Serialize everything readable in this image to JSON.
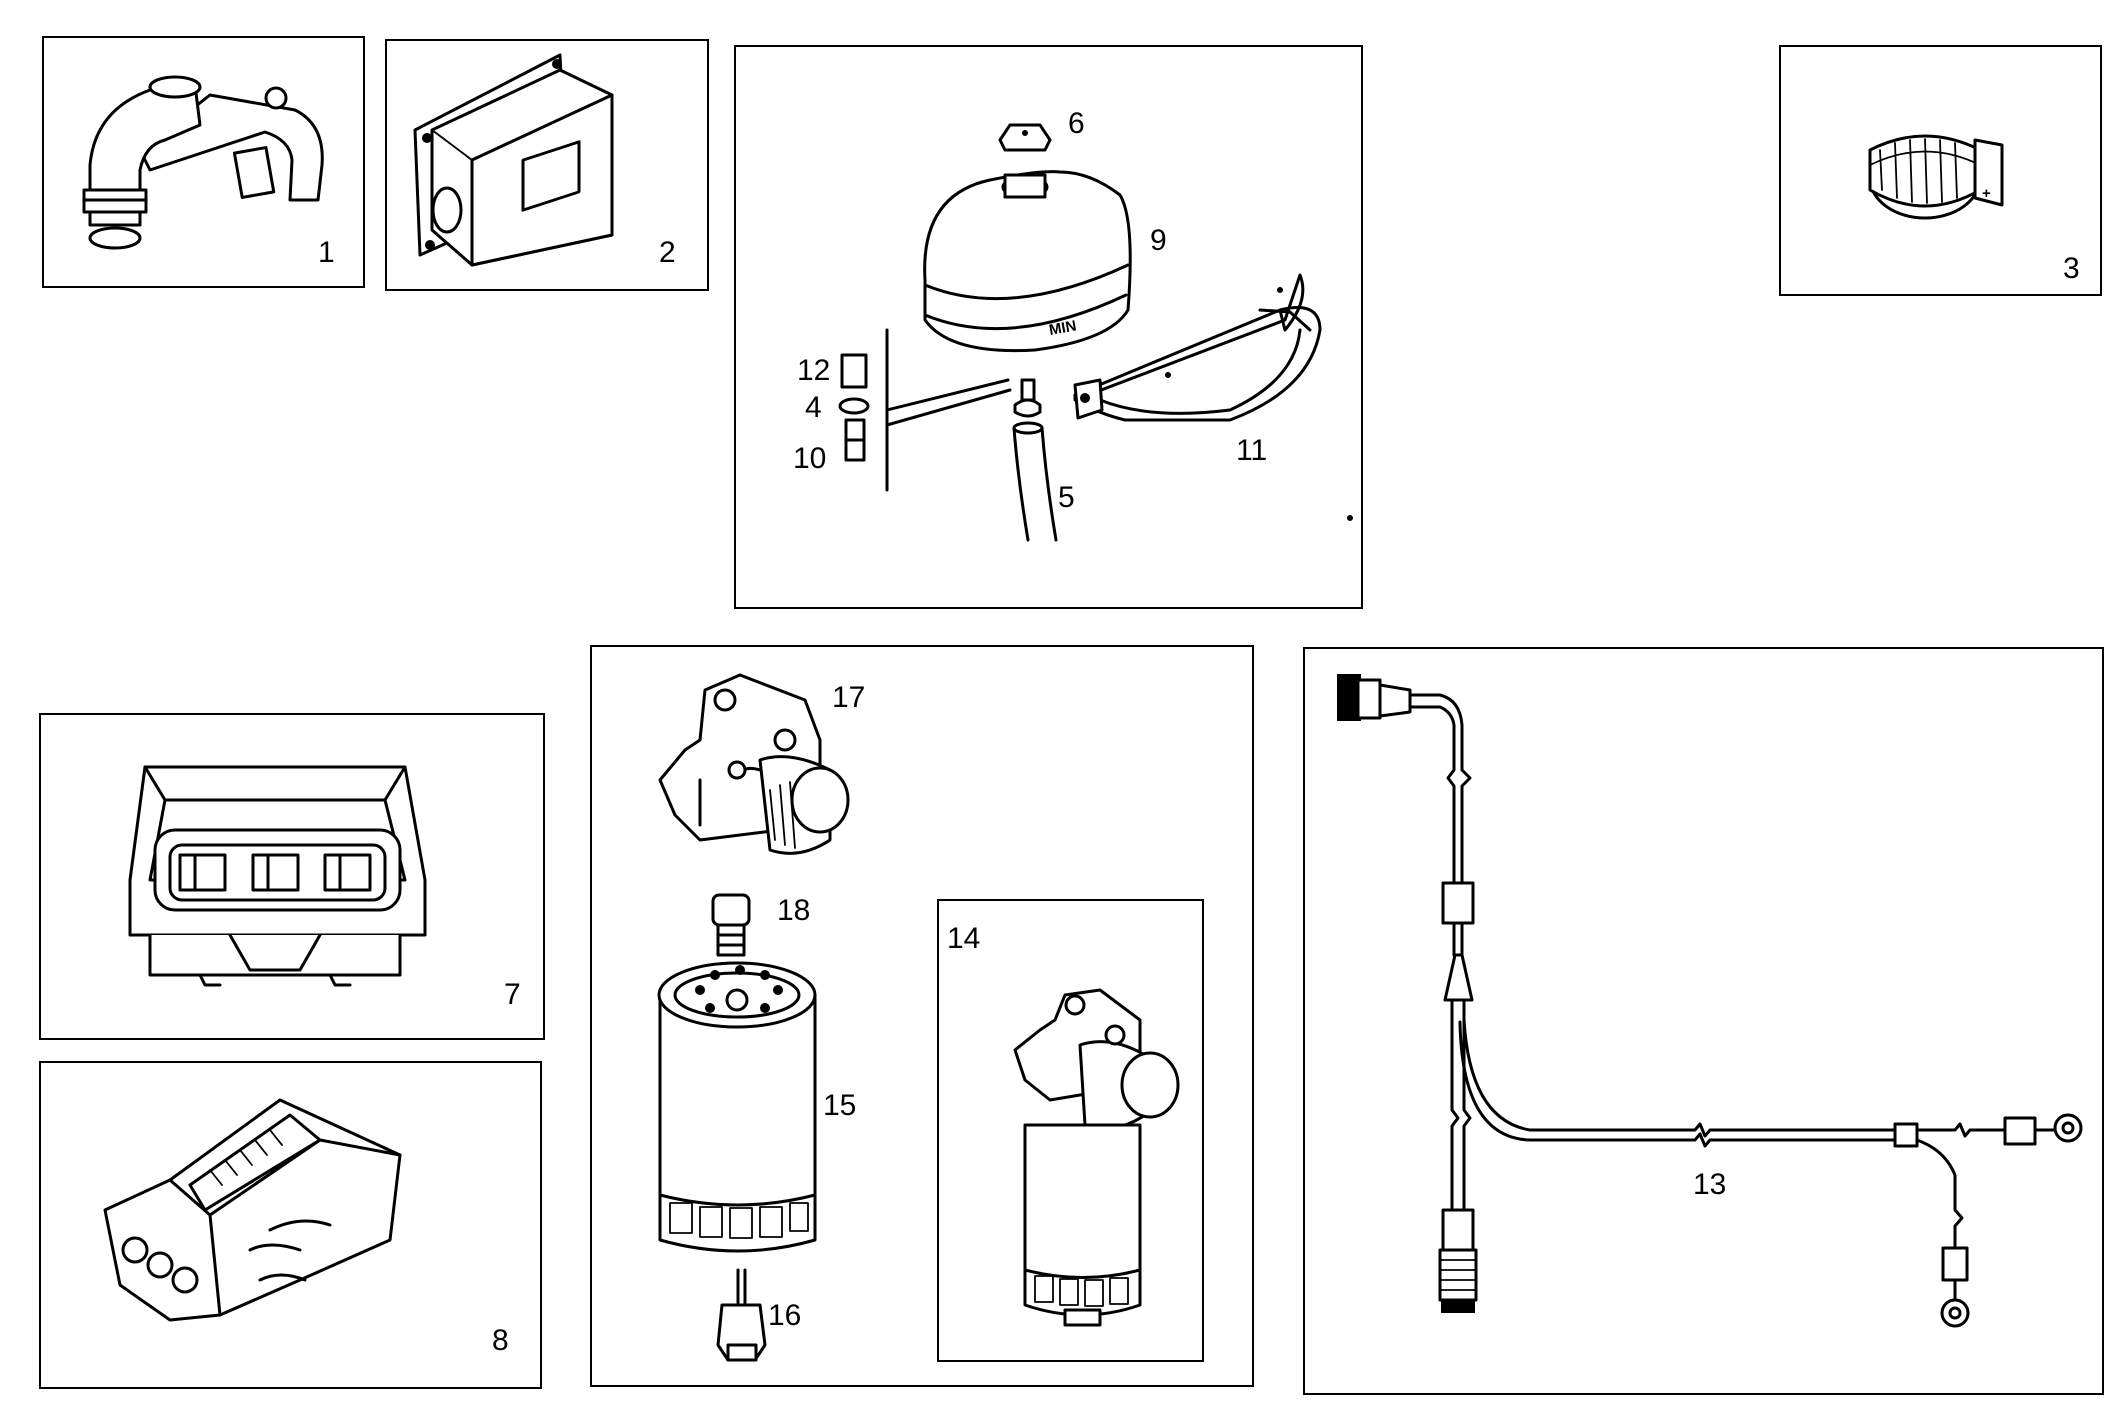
{
  "diagram": {
    "panels": [
      {
        "id": "panel-1",
        "labels": [
          "1"
        ]
      },
      {
        "id": "panel-2",
        "labels": [
          "2"
        ]
      },
      {
        "id": "panel-3",
        "labels": [
          "3"
        ]
      },
      {
        "id": "panel-tank",
        "labels": [
          "4",
          "5",
          "6",
          "9",
          "10",
          "11",
          "12"
        ],
        "marking": "MIN"
      },
      {
        "id": "panel-7",
        "labels": [
          "7"
        ]
      },
      {
        "id": "panel-8",
        "labels": [
          "8"
        ]
      },
      {
        "id": "panel-filter",
        "labels": [
          "14",
          "15",
          "16",
          "17",
          "18"
        ]
      },
      {
        "id": "panel-13",
        "labels": [
          "13"
        ]
      }
    ],
    "callouts": {
      "c1": "1",
      "c2": "2",
      "c3": "3",
      "c4": "4",
      "c5": "5",
      "c6": "6",
      "c7": "7",
      "c8": "8",
      "c9": "9",
      "c10": "10",
      "c11": "11",
      "c12": "12",
      "c13": "13",
      "c14": "14",
      "c15": "15",
      "c16": "16",
      "c17": "17",
      "c18": "18"
    },
    "tank_marking": "MIN",
    "colors": {
      "line": "#000000",
      "background": "#ffffff",
      "accent_gray": "#9a9a9a"
    }
  }
}
